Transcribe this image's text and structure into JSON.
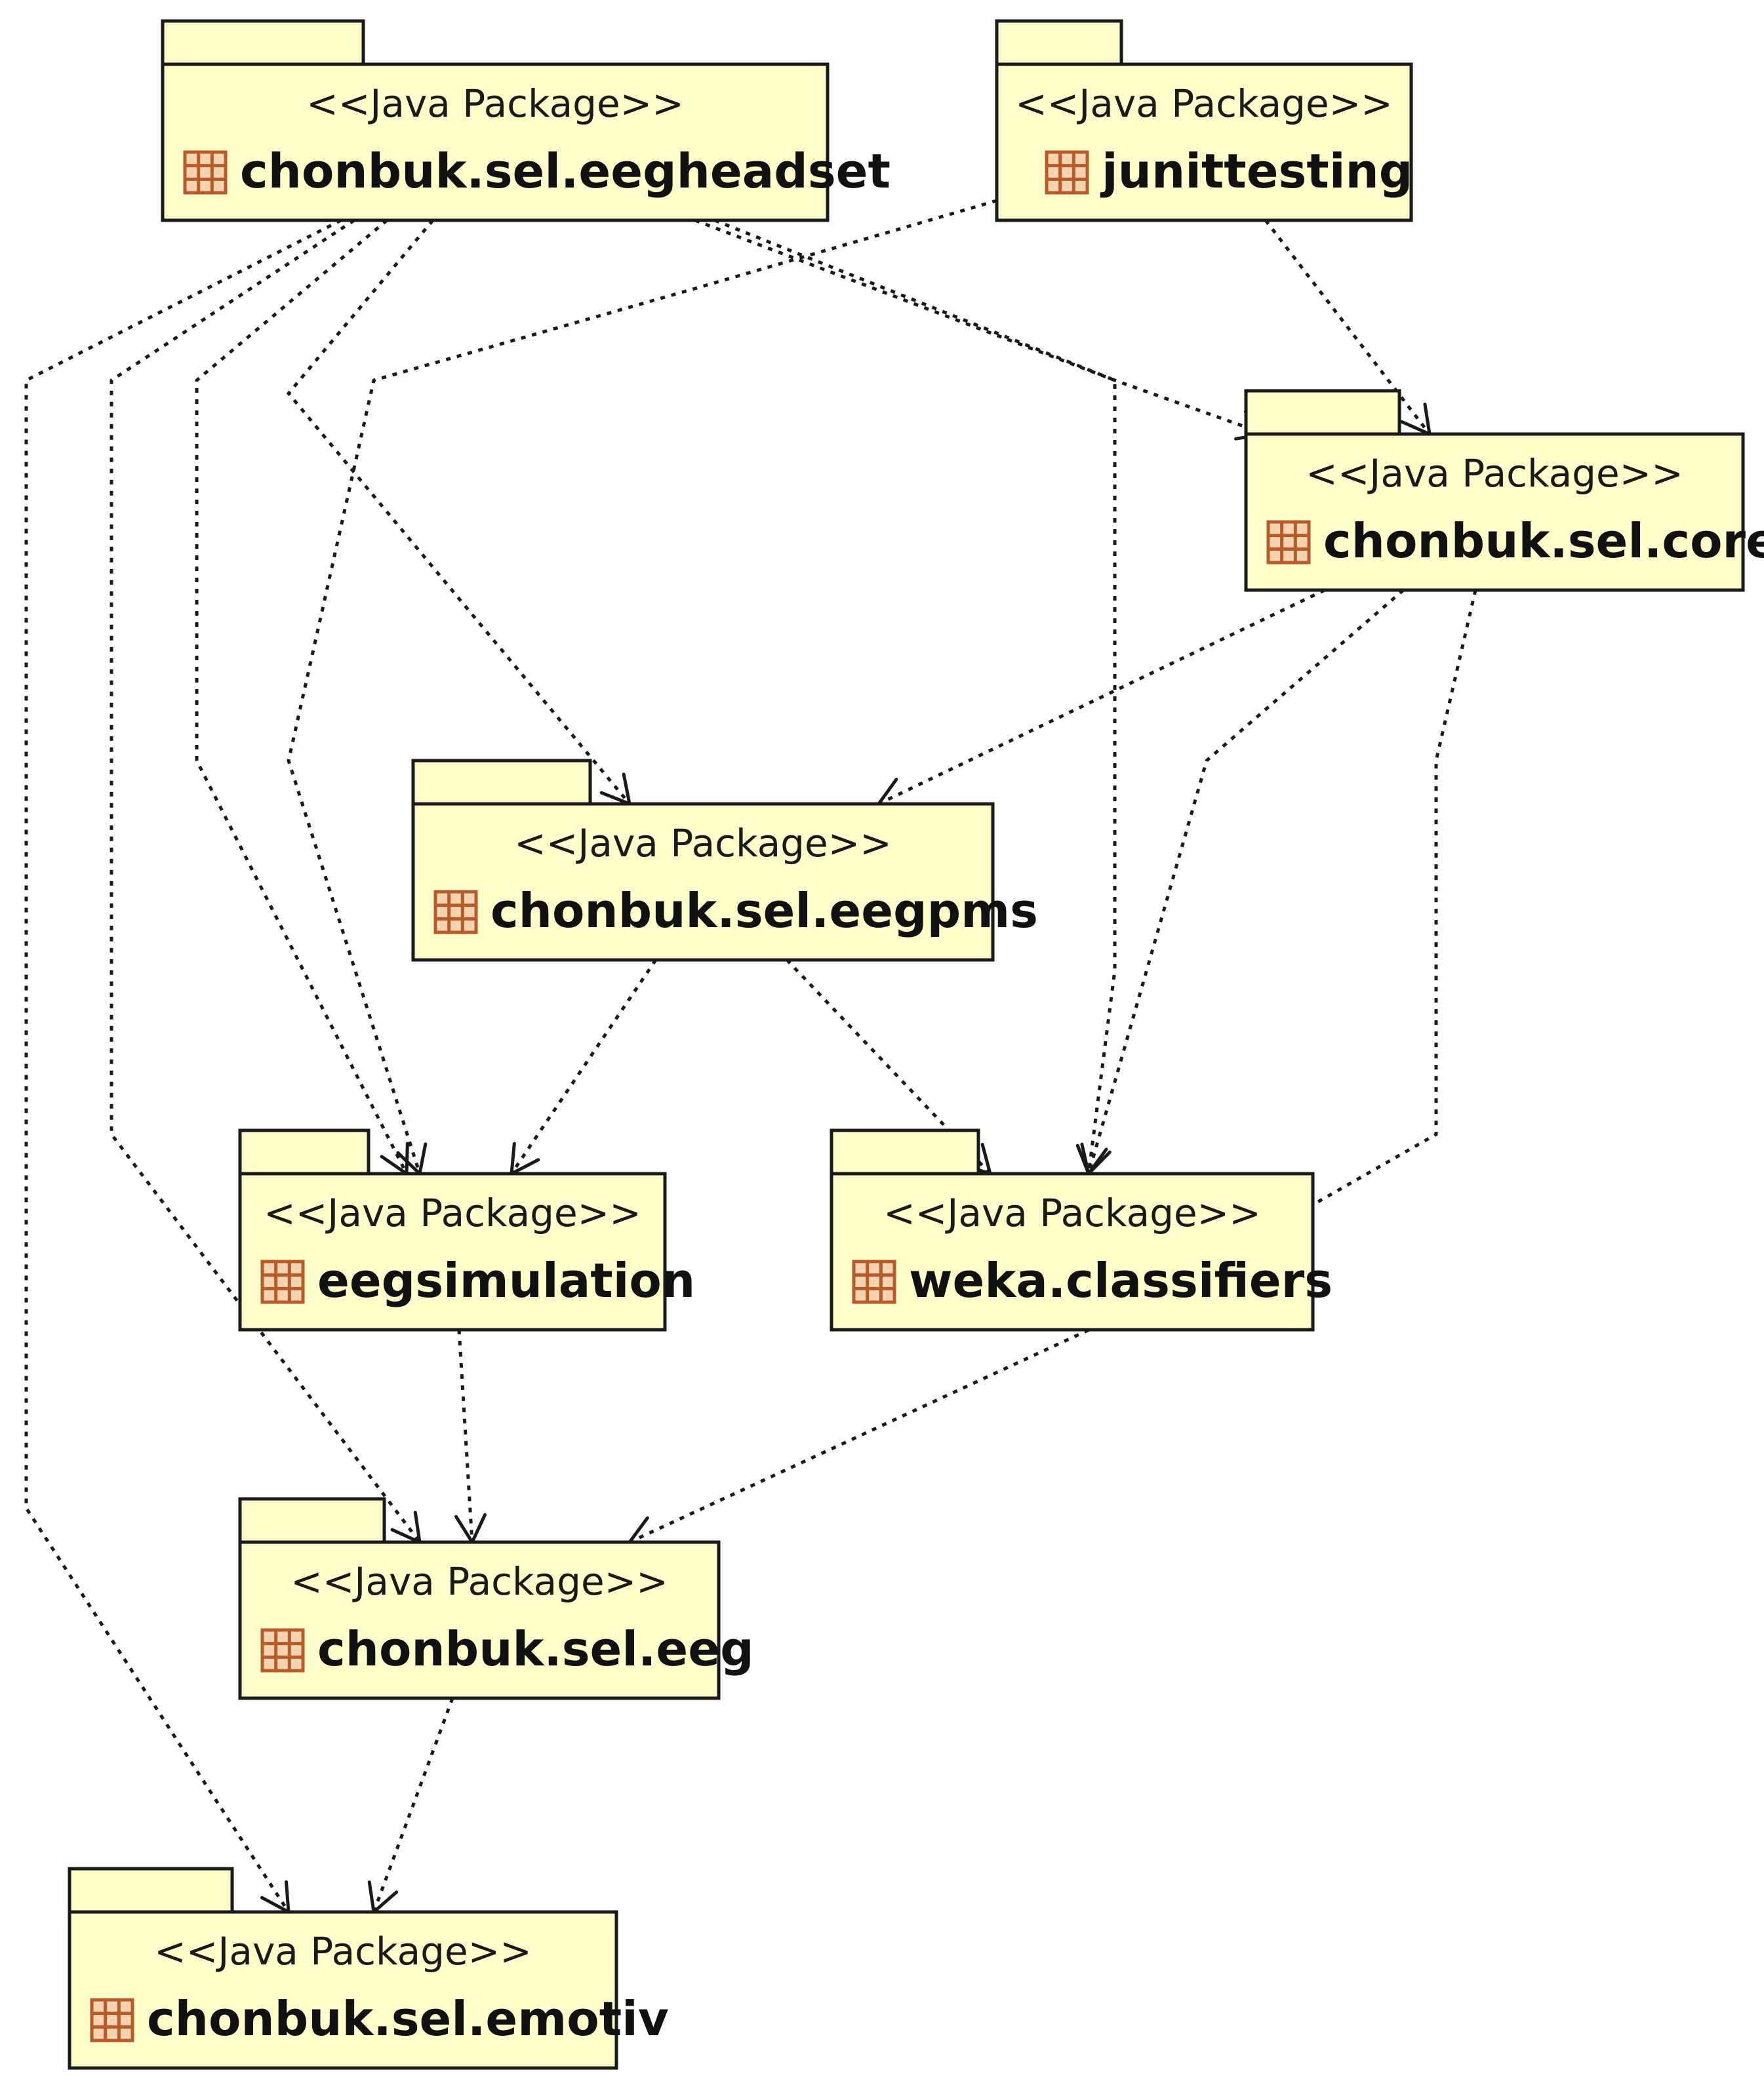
{
  "diagram": {
    "stereotype": "<<Java Package>>",
    "packages": [
      {
        "id": "eegheadset",
        "name": "chonbuk.sel.eegheadset"
      },
      {
        "id": "junittesting",
        "name": "junittesting"
      },
      {
        "id": "core",
        "name": "chonbuk.sel.core"
      },
      {
        "id": "eegpms",
        "name": "chonbuk.sel.eegpms"
      },
      {
        "id": "eegsimulation",
        "name": "eegsimulation"
      },
      {
        "id": "weka",
        "name": "weka.classifiers"
      },
      {
        "id": "eeg",
        "name": "chonbuk.sel.eeg"
      },
      {
        "id": "emotiv",
        "name": "chonbuk.sel.emotiv"
      }
    ],
    "dependencies": [
      {
        "from": "eegheadset",
        "to": "core"
      },
      {
        "from": "eegheadset",
        "to": "eegpms"
      },
      {
        "from": "eegheadset",
        "to": "eegsimulation"
      },
      {
        "from": "eegheadset",
        "to": "weka"
      },
      {
        "from": "eegheadset",
        "to": "eeg"
      },
      {
        "from": "eegheadset",
        "to": "emotiv"
      },
      {
        "from": "junittesting",
        "to": "core"
      },
      {
        "from": "junittesting",
        "to": "eegsimulation"
      },
      {
        "from": "core",
        "to": "eegpms"
      },
      {
        "from": "core",
        "to": "weka"
      },
      {
        "from": "core",
        "to": "eeg"
      },
      {
        "from": "eegpms",
        "to": "eegsimulation"
      },
      {
        "from": "eegpms",
        "to": "weka"
      },
      {
        "from": "eegsimulation",
        "to": "eeg"
      },
      {
        "from": "eeg",
        "to": "emotiv"
      }
    ]
  }
}
